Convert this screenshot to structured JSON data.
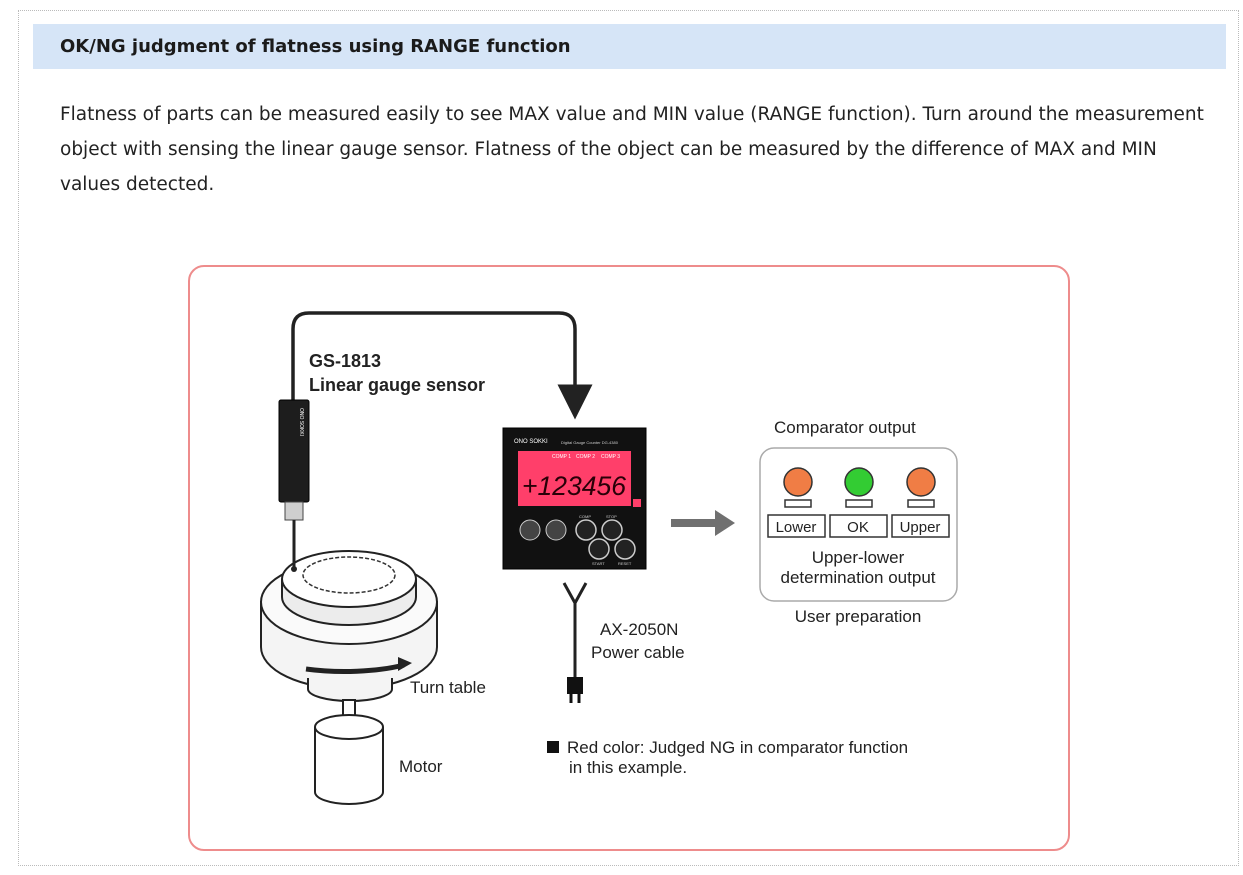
{
  "section": {
    "title": "OK/NG judgment of flatness using RANGE function",
    "paragraph_lines": [
      "Flatness of parts can be measured easily to see MAX value and MIN value (RANGE function). Turn around the measurement",
      "object with sensing the linear gauge sensor. Flatness of the object can be measured by the difference of MAX and MIN",
      "values detected."
    ]
  },
  "diagram": {
    "sensor_model": "GS-1813",
    "sensor_name": "Linear gauge sensor",
    "sensor_brand": "ONO SOKKI",
    "counter_brand": "ONO SOKKI",
    "counter_title": "Digital Gauge Counter DG-4380",
    "display_value": "+123456",
    "display_segments": [
      "COMP 1",
      "COMP 2",
      "COMP 3"
    ],
    "counter_key_labels": [
      "COMP",
      "STOP",
      "START",
      "RESET"
    ],
    "cable_model": "AX-2050N",
    "cable_name": "Power cable",
    "comparator_title": "Comparator output",
    "lamps": [
      {
        "label": "Lower",
        "color": "#f07d45"
      },
      {
        "label": "OK",
        "color": "#33cc33"
      },
      {
        "label": "Upper",
        "color": "#f07d45"
      }
    ],
    "output_line1": "Upper-lower",
    "output_line2": "determination output",
    "user_prep": "User preparation",
    "turn_table": "Turn table",
    "motor": "Motor",
    "note_line1": "Red color: Judged NG in comparator function",
    "note_line2": "in this example.",
    "colors": {
      "accent_border": "#ee8c8c",
      "heading_bg": "#d6e5f7",
      "display_bg": "#ff3f6a"
    }
  }
}
